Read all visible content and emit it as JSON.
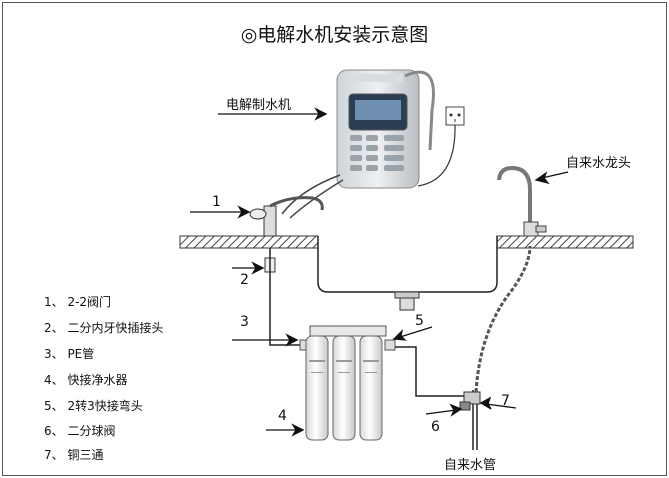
{
  "title": "◎电解水机安装示意图",
  "labels": {
    "machine": "电解制水机",
    "faucet": "自来水龙头",
    "supply_pipe": "自来水管"
  },
  "callouts": [
    "1",
    "2",
    "3",
    "4",
    "5",
    "6",
    "7"
  ],
  "legend": [
    "1、 2-2阀门",
    "2、 二分内牙快插接头",
    "3、 PE管",
    "4、 快接净水器",
    "5、 2转3快接弯头",
    "6、 二分球阀",
    "7、 铜三通"
  ]
}
